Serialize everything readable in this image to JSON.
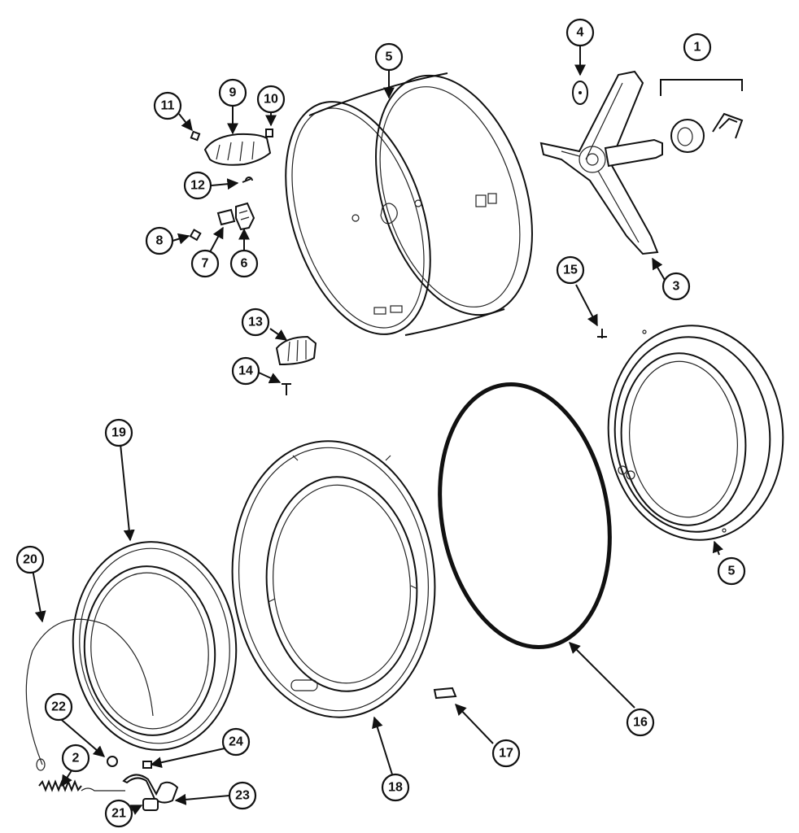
{
  "callouts": [
    "1",
    "2",
    "3",
    "4",
    "5",
    "5",
    "6",
    "7",
    "8",
    "9",
    "10",
    "11",
    "12",
    "13",
    "14",
    "15",
    "16",
    "17",
    "18",
    "19",
    "20",
    "21",
    "22",
    "23",
    "24"
  ]
}
